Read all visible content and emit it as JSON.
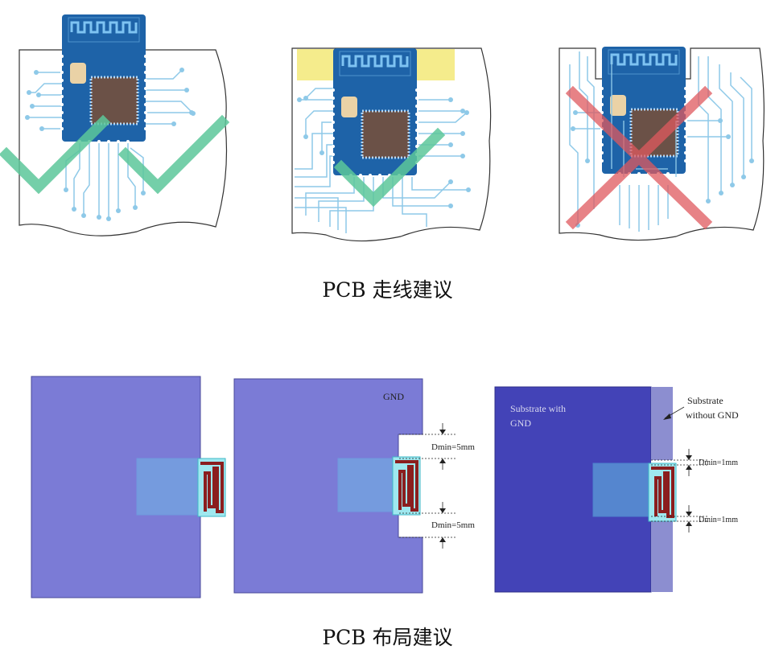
{
  "routing": {
    "caption": "PCB 走线建议"
  },
  "layout": {
    "caption": "PCB 布局建议",
    "panel2": {
      "gnd_label": "GND",
      "dmin_top": "Dmin=5mm",
      "dmin_bottom": "Dmin=5mm"
    },
    "panel3": {
      "substrate_gnd": [
        "Substrate with",
        "GND"
      ],
      "substrate_no_gnd": [
        "Substrate",
        "without GND"
      ],
      "dmin_top": "Dmin=1mm",
      "dmin_bottom": "Dmin=1mm"
    }
  },
  "colors": {
    "module_blue": "#1e63a8",
    "antenna_trace": "#7ec3f2",
    "chip": "#6b5147",
    "trace": "#8ec9e8",
    "check": "#5cc79a",
    "cross": "#e0595e",
    "keepout_yellow": "#f5ec8c",
    "gnd_purple": "#7b7bd6",
    "substrate_gnd": "#4343b7",
    "substrate_no_gnd": "#8c8ed0",
    "antenna_red": "#8b1e1e",
    "antenna_cyan": "#9fe8ef"
  },
  "icons": [
    "check-mark-icon",
    "check-mark-icon",
    "check-mark-icon",
    "cross-mark-icon",
    "arrow-icon"
  ]
}
